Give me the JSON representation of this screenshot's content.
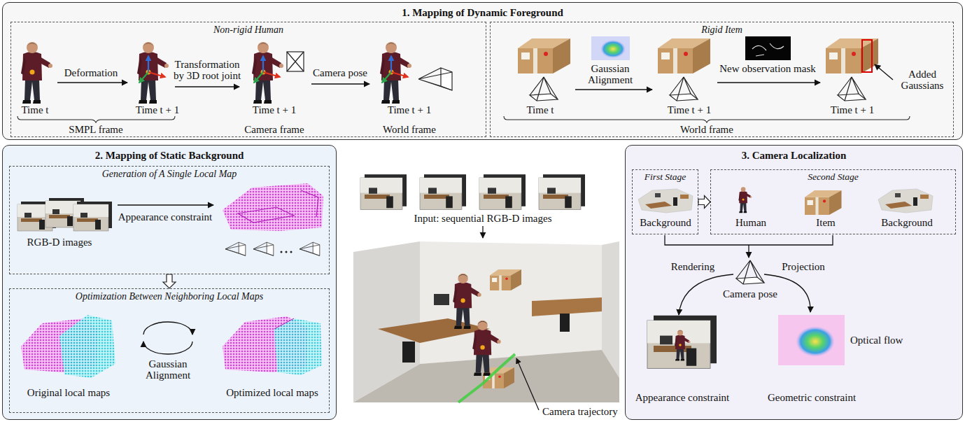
{
  "diagram": {
    "nodes": [
      {
        "text": [
          "1. Mapping of Dynamic Foreground"
        ]
      },
      {
        "text": [
          "Non-rigid Human"
        ],
        "in": 0
      },
      {
        "text": [
          "Rigid Item"
        ],
        "in": 0
      },
      {
        "text": [
          "2. Mapping of Static Background"
        ]
      },
      {
        "text": [
          "Generation of A Single Local Map"
        ],
        "in": 3
      },
      {
        "text": [
          "Optimization Between Neighboring Local Maps"
        ],
        "in": 3
      },
      {
        "text": [
          "3. Camera Localization"
        ]
      },
      {
        "text": [
          "First Stage"
        ],
        "in": 6
      },
      {
        "text": [
          "Second Stage"
        ],
        "in": 6
      }
    ],
    "edges": [
      {
        "from": 4,
        "to": 5,
        "arrow": "to"
      },
      {
        "from": 7,
        "to": 8,
        "arrow": "to"
      }
    ],
    "labels": [
      "Deformation",
      "Transformation by 3D root joint",
      "Camera pose",
      "Time t",
      "Time t + 1",
      "Time t + 1",
      "Time t + 1",
      "SMPL frame",
      "Camera frame",
      "World frame",
      "Time t",
      "Gaussian Alignment",
      "Time t + 1",
      "New observation mask",
      "Time t + 1",
      "Added Gaussians",
      "World frame",
      "RGB-D images",
      "Appearance constraint",
      "Original local maps",
      "Gaussian Alignment",
      "Optimized local maps",
      "Input: sequential RGB-D images",
      "Camera trajectory",
      "Background",
      "Human",
      "Item",
      "Background",
      "Rendering",
      "Camera pose",
      "Projection",
      "Appearance constraint",
      "Optical flow",
      "Geometric constraint"
    ]
  }
}
